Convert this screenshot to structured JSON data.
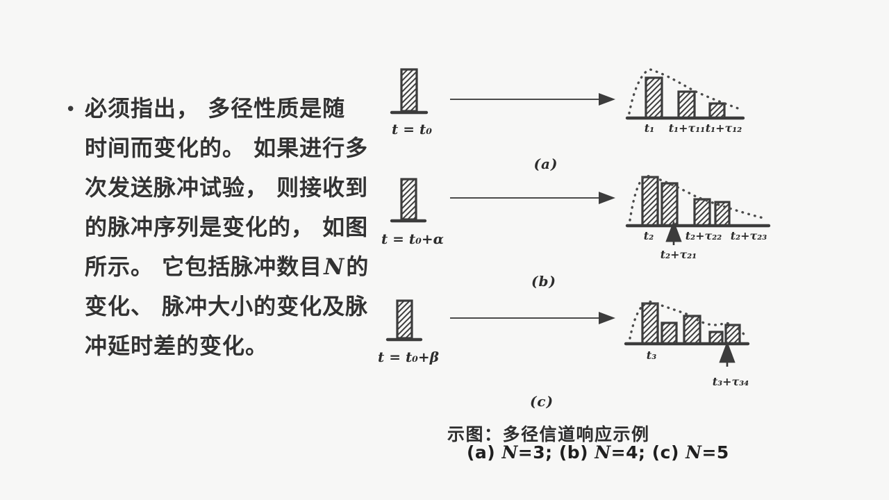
{
  "slide": {
    "background": "#f7f7f6",
    "text_color": "#323232",
    "ink_color": "#3c3c3c"
  },
  "bullet": {
    "marker": "•",
    "line1": "必须指出， 多径性质是随",
    "line2": "时间而变化的。 如果进行多",
    "line3": "次发送脉冲试验， 则接收到",
    "line4": "的脉冲序列是变化的， 如图",
    "line5_pre": "所示。 它包括脉冲数目",
    "line5_var": "N",
    "line5_post": "的",
    "line6": "变化、 脉冲大小的变化及脉",
    "line7": "冲延时差的变化。"
  },
  "rows": {
    "a": {
      "input_label": "t = t₀",
      "letter": "(a)",
      "labels": [
        "t₁",
        "t₁+τ₁₁",
        "t₁+τ₁₂"
      ]
    },
    "b": {
      "input_label": "t = t₀+α",
      "letter": "(b)",
      "labels": [
        "t₂",
        "t₂+τ₂₂",
        "t₂+τ₂₃"
      ],
      "arrow_label": "t₂+τ₂₁"
    },
    "c": {
      "input_label": "t = t₀+β",
      "letter": "(c)",
      "labels": [
        "t₃"
      ],
      "arrow_label": "t₃+τ₃₄"
    }
  },
  "caption": {
    "line1": "示图：多径信道响应示例",
    "line2_parts": {
      "g1": "(a) ",
      "n1": "N",
      "e1": "=3; ",
      "g2": "(b) ",
      "n2": "N",
      "e2": "=4; ",
      "g3": "(c) ",
      "n3": "N",
      "e3": "=5"
    }
  }
}
